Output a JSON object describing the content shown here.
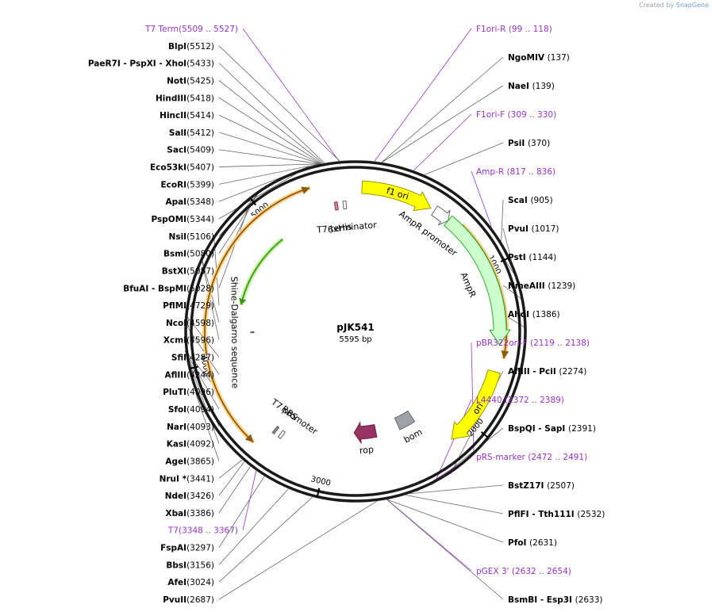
{
  "created_by": "Created by",
  "brand": "SnapGene",
  "plasmid": {
    "name": "pJK541",
    "size": "5595 bp"
  },
  "ticks": [
    {
      "bp": 1000,
      "label": "1000"
    },
    {
      "bp": 2000,
      "label": "2000"
    },
    {
      "bp": 3000,
      "label": "3000"
    },
    {
      "bp": 4000,
      "label": "4000"
    },
    {
      "bp": 5000,
      "label": "5000"
    }
  ],
  "features": [
    {
      "name": "f1 ori",
      "label": "f1 ori",
      "start": 40,
      "end": 488,
      "r": 182,
      "dir": 1,
      "color": "#ffff00",
      "stroke": "#999900",
      "w": 16
    },
    {
      "name": "AmpR promoter",
      "label": "AmpR promoter",
      "start": 515,
      "end": 620,
      "r": 182,
      "dir": 1,
      "color": "#ffffff",
      "stroke": "#666666",
      "w": 14
    },
    {
      "name": "AmpR",
      "label": "AmpR",
      "start": 620,
      "end": 1480,
      "r": 182,
      "dir": 1,
      "color": "#ccffcc",
      "stroke": "#33aa33",
      "w": 16
    },
    {
      "name": "ori",
      "label": "ori",
      "start": 1650,
      "end": 2150,
      "r": 182,
      "dir": 1,
      "color": "#ffff00",
      "stroke": "#999900",
      "w": 16
    },
    {
      "name": "bom",
      "label": "bom",
      "start": 2280,
      "end": 2420,
      "r": 128,
      "dir": 0,
      "color": "#9ea3a8",
      "stroke": "#666666",
      "w": 16
    },
    {
      "name": "rop",
      "label": "rop",
      "start": 2620,
      "end": 2810,
      "r": 128,
      "dir": 1,
      "color": "#993366",
      "stroke": "#66203f",
      "w": 16
    },
    {
      "name": "T7 promoter",
      "label": "T7 promoter",
      "start": 3340,
      "end": 3360,
      "r": 160,
      "dir": 1,
      "color": "#ffffff",
      "stroke": "#666666",
      "w": 10
    },
    {
      "name": "RBS",
      "label": "RBS",
      "start": 3395,
      "end": 3410,
      "r": 160,
      "dir": 0,
      "color": "#999999",
      "stroke": "#555555",
      "w": 10
    },
    {
      "name": "Shine-Dalgarno sequence",
      "label": "Shine-Dalgarno sequence",
      "start": 4185,
      "end": 4192,
      "r": 130,
      "dir": 0,
      "color": "#999999",
      "stroke": "#555555",
      "w": 4
    },
    {
      "name": "T7 terminator",
      "label": "T7 terminator",
      "start": 5509,
      "end": 5530,
      "r": 160,
      "dir": 1,
      "color": "#ffffff",
      "stroke": "#666666",
      "w": 10
    },
    {
      "name": "6xHis",
      "label": "6xHis",
      "start": 5450,
      "end": 5470,
      "r": 160,
      "dir": 0,
      "color": "#cc8899",
      "stroke": "#883344",
      "w": 10
    }
  ],
  "orf_arcs": [
    {
      "start": 700,
      "end": 1560,
      "dir": 1
    },
    {
      "start": 3460,
      "end": 4020,
      "dir": -1
    },
    {
      "start": 4060,
      "end": 5320,
      "dir": 1
    },
    {
      "start": 4400,
      "end": 5000,
      "dir": -1,
      "green": true
    }
  ],
  "right_labels": [
    {
      "bp": 99,
      "text": "F1ori-R",
      "pos": "(99 .. 118)",
      "purple": true
    },
    {
      "bp": 137,
      "text": "NgoMIV",
      "pos": "(137)"
    },
    {
      "bp": 139,
      "text": "NaeI",
      "pos": "(139)"
    },
    {
      "bp": 309,
      "text": "F1ori-F",
      "pos": "(309 .. 330)",
      "purple": true
    },
    {
      "bp": 370,
      "text": "PsiI",
      "pos": "(370)"
    },
    {
      "bp": 817,
      "text": "Amp-R",
      "pos": "(817 .. 836)",
      "purple": true
    },
    {
      "bp": 905,
      "text": "ScaI",
      "pos": "(905)"
    },
    {
      "bp": 1017,
      "text": "PvuI",
      "pos": "(1017)"
    },
    {
      "bp": 1144,
      "text": "PstI",
      "pos": "(1144)"
    },
    {
      "bp": 1239,
      "text": "NmeAIII",
      "pos": "(1239)"
    },
    {
      "bp": 1386,
      "text": "AhdI",
      "pos": "(1386)"
    },
    {
      "bp": 2119,
      "text": "pBR322ori-F",
      "pos": "(2119 .. 2138)",
      "purple": true
    },
    {
      "bp": 2274,
      "text": "AflIII  - PciI",
      "pos": "(2274)"
    },
    {
      "bp": 2372,
      "text": "L4440",
      "pos": "(2372 .. 2389)",
      "purple": true
    },
    {
      "bp": 2391,
      "text": "BspQI  - SapI",
      "pos": "(2391)"
    },
    {
      "bp": 2472,
      "text": "pRS-marker",
      "pos": "(2472 .. 2491)",
      "purple": true
    },
    {
      "bp": 2507,
      "text": "BstZ17I",
      "pos": "(2507)"
    },
    {
      "bp": 2532,
      "text": "PflFI  - Tth111I",
      "pos": "(2532)"
    },
    {
      "bp": 2631,
      "text": "PfoI",
      "pos": "(2631)"
    },
    {
      "bp": 2632,
      "text": "pGEX 3'",
      "pos": "(2632 .. 2654)",
      "purple": true
    },
    {
      "bp": 2633,
      "text": "BsmBI  - Esp3I",
      "pos": "(2633)"
    }
  ],
  "left_labels": [
    {
      "bp": 5509,
      "text": "T7 Term",
      "pos": "(5509 .. 5527)",
      "purple": true
    },
    {
      "bp": 5512,
      "text": "BlpI",
      "pos": "(5512)"
    },
    {
      "bp": 5433,
      "text": "PaeR7I  - PspXI  - XhoI",
      "pos": "(5433)"
    },
    {
      "bp": 5425,
      "text": "NotI",
      "pos": "(5425)"
    },
    {
      "bp": 5418,
      "text": "HindIII",
      "pos": "(5418)"
    },
    {
      "bp": 5414,
      "text": "HincII",
      "pos": "(5414)"
    },
    {
      "bp": 5412,
      "text": "SalI",
      "pos": "(5412)"
    },
    {
      "bp": 5409,
      "text": "SacI",
      "pos": "(5409)"
    },
    {
      "bp": 5407,
      "text": "Eco53kI",
      "pos": "(5407)"
    },
    {
      "bp": 5399,
      "text": "EcoRI",
      "pos": "(5399)"
    },
    {
      "bp": 5348,
      "text": "ApaI",
      "pos": "(5348)"
    },
    {
      "bp": 5344,
      "text": "PspOMI",
      "pos": "(5344)"
    },
    {
      "bp": 5106,
      "text": "NsiI",
      "pos": "(5106)"
    },
    {
      "bp": 5080,
      "text": "BsmI",
      "pos": "(5080)"
    },
    {
      "bp": 5057,
      "text": "BstXI",
      "pos": "(5057)"
    },
    {
      "bp": 5028,
      "text": "BfuAI  - BspMI",
      "pos": "(5028)"
    },
    {
      "bp": 4729,
      "text": "PflMI",
      "pos": "(4729)"
    },
    {
      "bp": 4598,
      "text": "NcoI",
      "pos": "(4598)"
    },
    {
      "bp": 4596,
      "text": "XcmI",
      "pos": "(4596)"
    },
    {
      "bp": 4287,
      "text": "SfiI",
      "pos": "(4287)"
    },
    {
      "bp": 4244,
      "text": "AflIII",
      "pos": "(4244)"
    },
    {
      "bp": 4096,
      "text": "PluTI",
      "pos": "(4096)"
    },
    {
      "bp": 4094,
      "text": "SfoI",
      "pos": "(4094)"
    },
    {
      "bp": 4093,
      "text": "NarI",
      "pos": "(4093)"
    },
    {
      "bp": 4092,
      "text": "KasI",
      "pos": "(4092)"
    },
    {
      "bp": 3865,
      "text": "AgeI",
      "pos": "(3865)"
    },
    {
      "bp": 3441,
      "text": "NruI *",
      "pos": "(3441)"
    },
    {
      "bp": 3426,
      "text": "NdeI",
      "pos": "(3426)"
    },
    {
      "bp": 3386,
      "text": "XbaI",
      "pos": "(3386)"
    },
    {
      "bp": 3348,
      "text": "T7",
      "pos": "(3348 .. 3367)",
      "purple": true
    },
    {
      "bp": 3297,
      "text": "FspAI",
      "pos": "(3297)"
    },
    {
      "bp": 3156,
      "text": "BbsI",
      "pos": "(3156)"
    },
    {
      "bp": 3024,
      "text": "AfeI",
      "pos": "(3024)"
    },
    {
      "bp": 2687,
      "text": "PvuII",
      "pos": "(2687)"
    }
  ],
  "his_tag": "6xHis"
}
